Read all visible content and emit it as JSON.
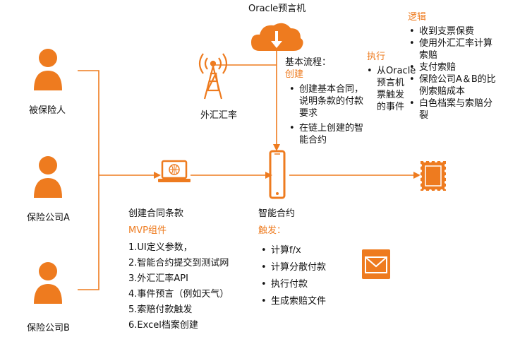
{
  "nodes": {
    "insured": "被保险人",
    "insurer_a": "保险公司A",
    "insurer_b": "保险公司B",
    "forex": "外汇汇率",
    "oracle": "Oracle预言机",
    "create_contract": "创建合同条款",
    "smart_contract": "智能合约"
  },
  "basic_flow": {
    "title": "基本流程：",
    "subtitle": "创建",
    "items": [
      "创建基本合同，",
      "说明条款的付款",
      "要求",
      "在链上创建的智",
      "能合约"
    ]
  },
  "execute": {
    "title": "执行",
    "items": [
      "从Oracle",
      "预言机",
      "票触发",
      "的事件"
    ]
  },
  "logic": {
    "title": "逻辑",
    "items": [
      "收到支票保费",
      "使用外汇汇率计算",
      "索赔",
      "支付索赔",
      "保险公司A＆B的比",
      "例索赔成本",
      "白色档案与索赔分",
      "裂"
    ]
  },
  "mvp": {
    "title": "MVP组件",
    "steps": [
      "1.UI定义参数，",
      "2.智能合约提交到测试网",
      "3.外汇汇率API",
      "4.事件预言（例如天气）",
      "5.索赔付款触发",
      "6.Excel档案创建"
    ]
  },
  "trigger": {
    "title": "触发：",
    "items": [
      "计算f/x",
      "计算分散付款",
      "执行付款",
      "生成索赔文件"
    ]
  },
  "colors": {
    "accent": "#ee7b1f",
    "text": "#111111",
    "background": "#ffffff"
  },
  "icons": [
    "person-icon",
    "radio-tower-icon",
    "cloud-download-icon",
    "laptop-globe-icon",
    "smartphone-icon",
    "envelope-icon",
    "stamp-icon"
  ]
}
